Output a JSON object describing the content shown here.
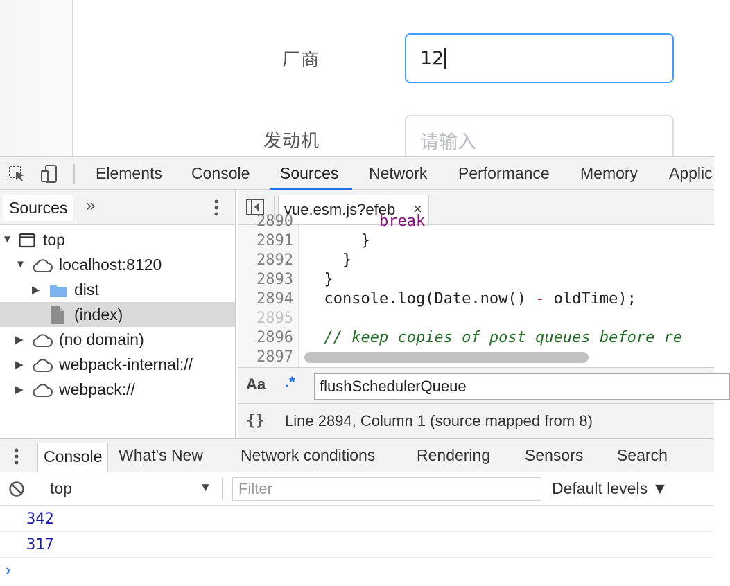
{
  "page": {
    "fields": [
      {
        "label": "厂商",
        "value": "12",
        "placeholder": ""
      },
      {
        "label": "发动机",
        "value": "",
        "placeholder": "请输入"
      }
    ]
  },
  "devtools": {
    "tabs": [
      "Elements",
      "Console",
      "Sources",
      "Network",
      "Performance",
      "Memory",
      "Applic"
    ],
    "active_tab": "Sources",
    "navigator": {
      "tab_label": "Sources",
      "more_label": "»",
      "tree": [
        {
          "label": "top",
          "icon": "frame-icon"
        },
        {
          "label": "localhost:8120",
          "icon": "cloud-icon"
        },
        {
          "label": "dist",
          "icon": "folder-icon"
        },
        {
          "label": "(index)",
          "icon": "file-icon",
          "selected": true
        },
        {
          "label": "(no domain)",
          "icon": "cloud-icon"
        },
        {
          "label": "webpack-internal://",
          "icon": "cloud-icon"
        },
        {
          "label": "webpack://",
          "icon": "cloud-icon"
        }
      ]
    },
    "editor": {
      "tab_label": "vue.esm.js?efeb",
      "close_label": "×",
      "line_numbers": [
        "2890",
        "2891",
        "2892",
        "2893",
        "2894",
        "2895",
        "2896",
        "2897"
      ],
      "lines": [
        {
          "indent": "        ",
          "text": "break",
          "style": "kw"
        },
        {
          "indent": "      ",
          "text": "}",
          "style": "plain"
        },
        {
          "indent": "    ",
          "text": "}",
          "style": "plain"
        },
        {
          "indent": "  ",
          "text": "}",
          "style": "plain"
        }
      ],
      "log_line": {
        "prefix": "  console.log(Date.now() ",
        "op": "-",
        "suffix": " oldTime);"
      },
      "comment_line": "  // keep copies of post queues before re",
      "search": {
        "aa": "Aa",
        "regex": ".*",
        "value": "flushSchedulerQueue"
      },
      "status": {
        "braces": "{}",
        "text": "Line 2894, Column 1  (source mapped from 8)"
      }
    },
    "drawer": {
      "tabs": [
        "Console",
        "What's New",
        "Network conditions",
        "Rendering",
        "Sensors",
        "Search"
      ],
      "active_tab": "Console",
      "context": "top",
      "context_arrow": "▼",
      "filter_placeholder": "Filter",
      "levels": "Default levels ▼",
      "messages": [
        "342",
        "317"
      ],
      "prompt": "›"
    }
  },
  "colors": {
    "accent": "#1a73e8",
    "focus_border": "#409eff",
    "console_number": "#1a1aa6",
    "comment": "#236e25"
  }
}
